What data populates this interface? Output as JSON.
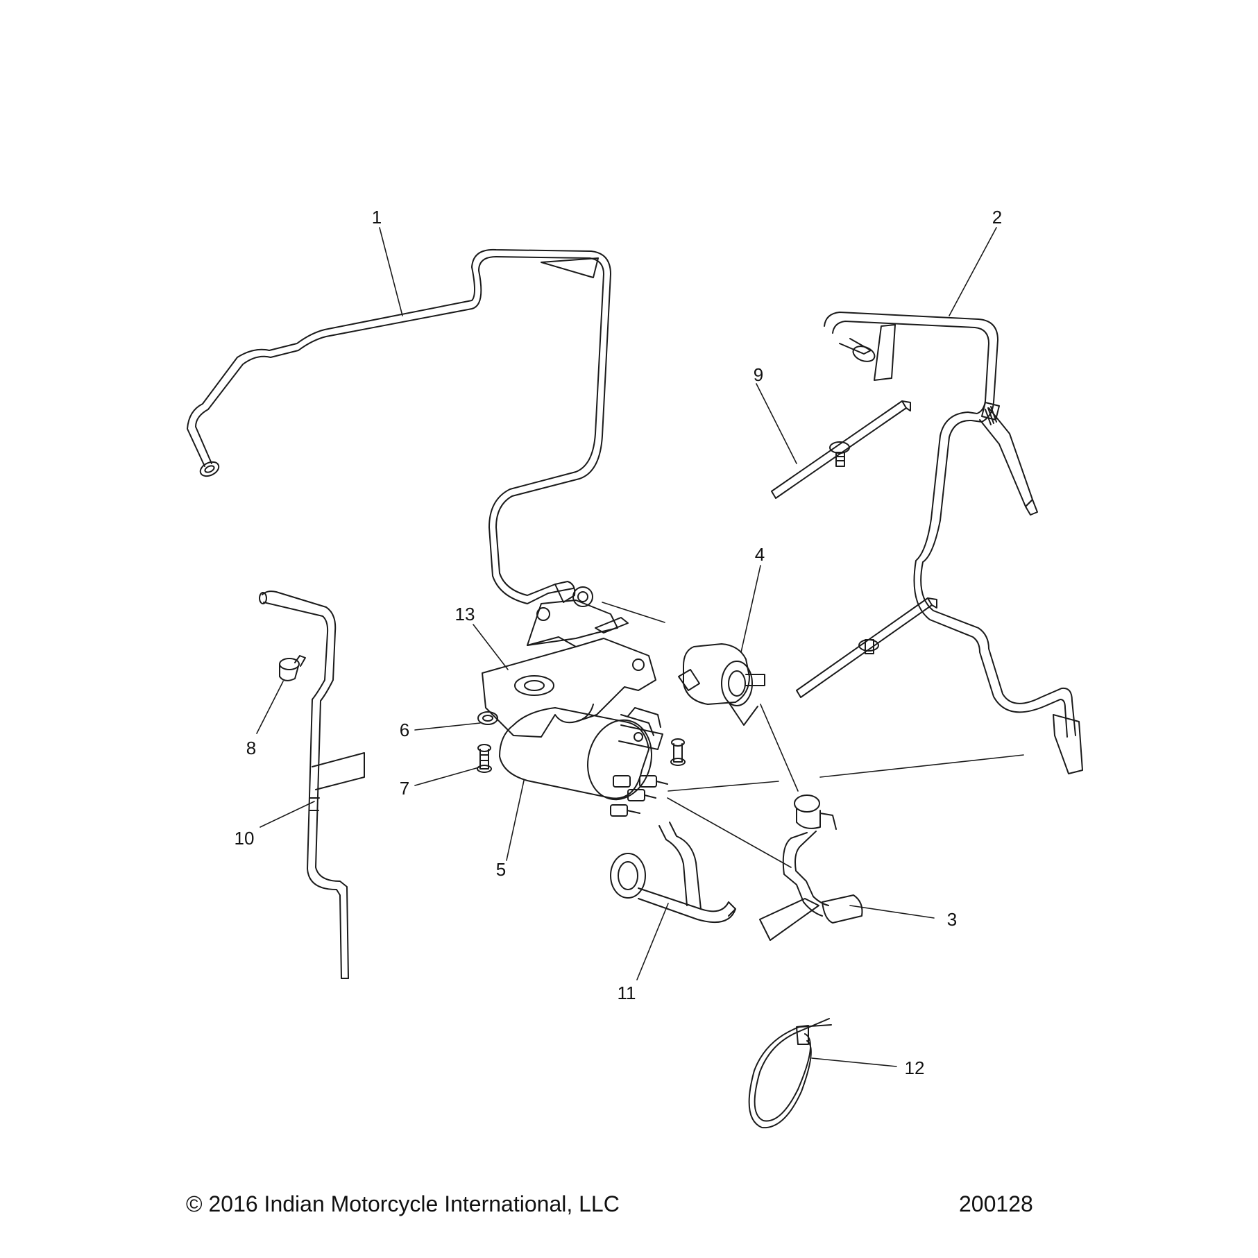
{
  "callouts": [
    {
      "id": "1",
      "label": "1"
    },
    {
      "id": "2",
      "label": "2"
    },
    {
      "id": "3",
      "label": "3"
    },
    {
      "id": "4",
      "label": "4"
    },
    {
      "id": "5",
      "label": "5"
    },
    {
      "id": "6",
      "label": "6"
    },
    {
      "id": "7",
      "label": "7"
    },
    {
      "id": "8",
      "label": "8"
    },
    {
      "id": "9",
      "label": "9"
    },
    {
      "id": "10",
      "label": "10"
    },
    {
      "id": "11",
      "label": "11"
    },
    {
      "id": "12",
      "label": "12"
    },
    {
      "id": "13",
      "label": "13"
    }
  ],
  "footer": {
    "copyright": "© 2016 Indian Motorcycle International, LLC",
    "diagram_id": "200128"
  },
  "colors": {
    "line": "#1a1a1a",
    "background": "#ffffff"
  }
}
